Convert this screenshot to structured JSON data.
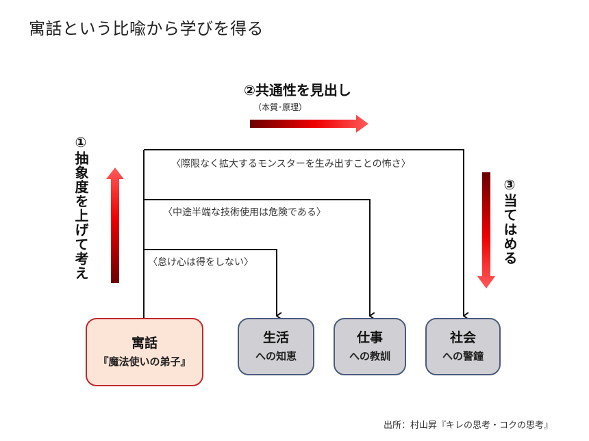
{
  "title": "寓話という比喩から学びを得る",
  "steps": {
    "step1": {
      "label": "①抽象度を上げて考え",
      "direction": "up"
    },
    "step2": {
      "label": "②共通性を見出し",
      "sub": "（本質･原理）",
      "direction": "right"
    },
    "step3": {
      "label": "③当てはめる",
      "direction": "down"
    }
  },
  "lessons": {
    "outer": "〈際限なく拡大するモンスターを生み出すことの怖さ〉",
    "middle": "〈中途半端な技術使用は危険である〉",
    "inner": "〈怠け心は得をしない〉"
  },
  "source_box": {
    "main": "寓話",
    "sub": "『魔法使いの弟子』"
  },
  "targets": [
    {
      "main": "生活",
      "sub": "への知恵"
    },
    {
      "main": "仕事",
      "sub": "への教訓"
    },
    {
      "main": "社会",
      "sub": "への警鐘"
    }
  ],
  "credit": "出所：村山昇『キレの思考・コクの思考』",
  "colors": {
    "arrow_dark": "#6b0000",
    "arrow_mid": "#ee0000",
    "arrow_light": "#ff5a5a",
    "source_fill": "#fce4d6",
    "source_border": "#c0282d",
    "target_fill": "#d0d0d4",
    "target_border": "#4a5a7c"
  }
}
